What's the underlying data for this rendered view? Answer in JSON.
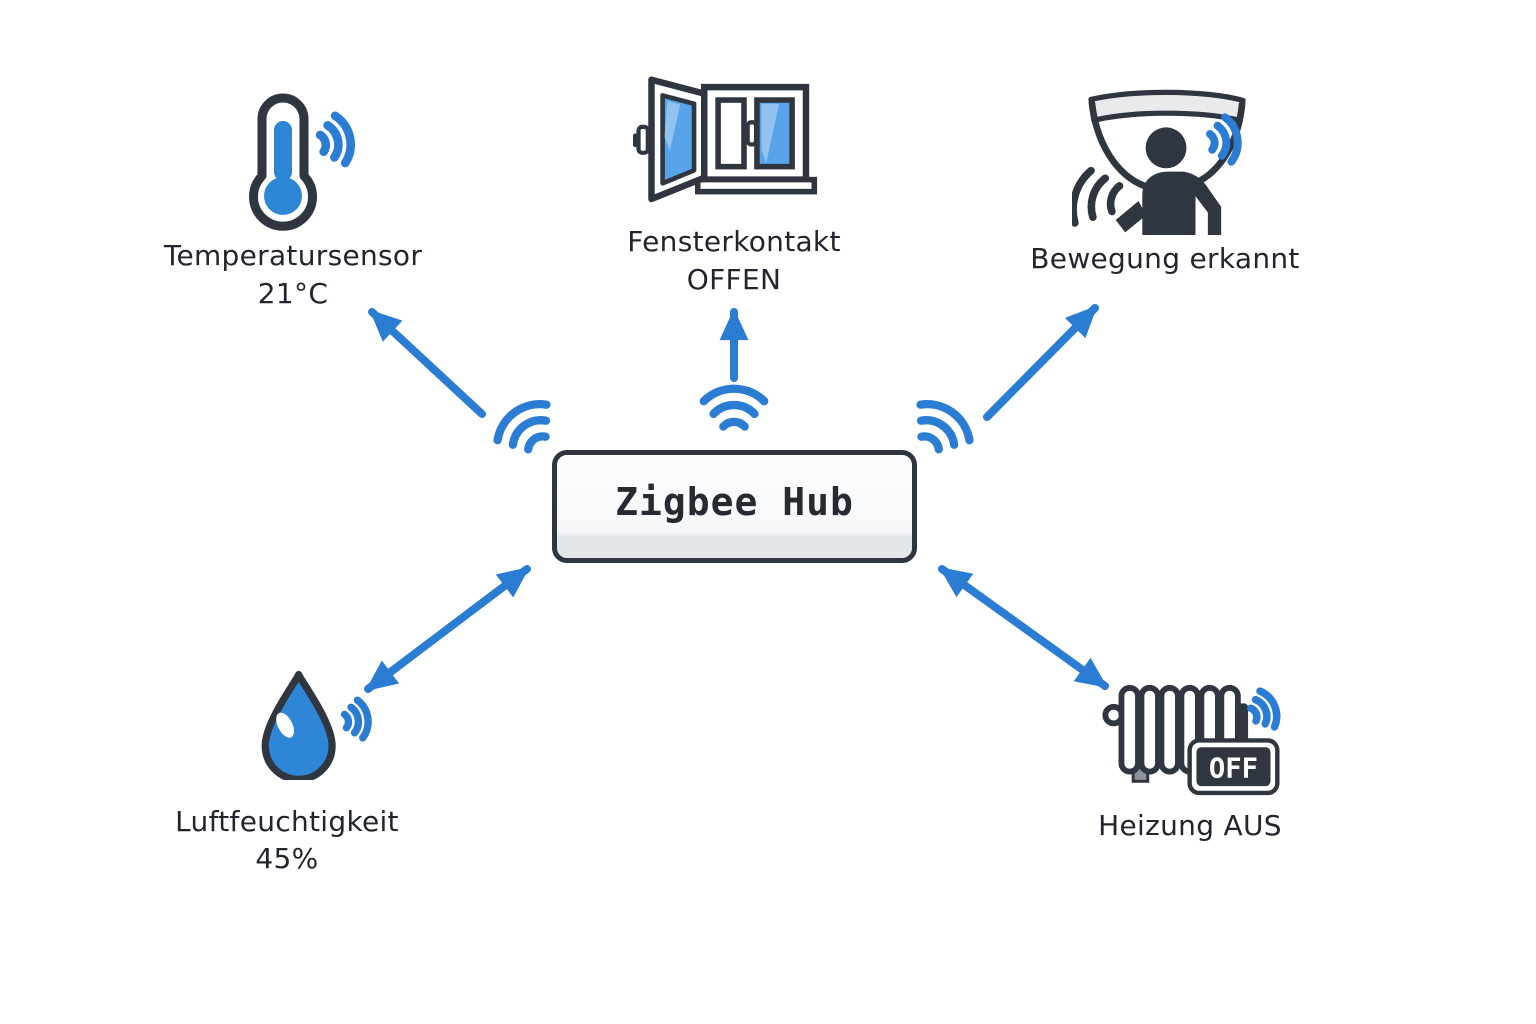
{
  "hub": {
    "label": "Zigbee Hub"
  },
  "devices": {
    "temperature": {
      "label": "Temperatursensor",
      "value": "21°C"
    },
    "window": {
      "label": "Fensterkontakt",
      "value": "OFFEN"
    },
    "motion": {
      "label": "Bewegung erkannt"
    },
    "humidity": {
      "label": "Luftfeuchtigkeit",
      "value": "45%"
    },
    "heating": {
      "label": "Heizung AUS",
      "badge": "OFF"
    }
  },
  "icons": {
    "temperature": "thermometer-icon",
    "window": "open-window-icon",
    "motion": "motion-sensor-icon",
    "humidity": "water-drop-icon",
    "heating": "radiator-icon",
    "signal": "wifi-signal-icon"
  },
  "colors": {
    "accent_blue": "#2b7cd3",
    "fill_blue": "#2e86d6",
    "glass_blue": "#58a3e9",
    "outline_dark": "#2f3640",
    "text": "#21262e",
    "background": "#ffffff"
  }
}
